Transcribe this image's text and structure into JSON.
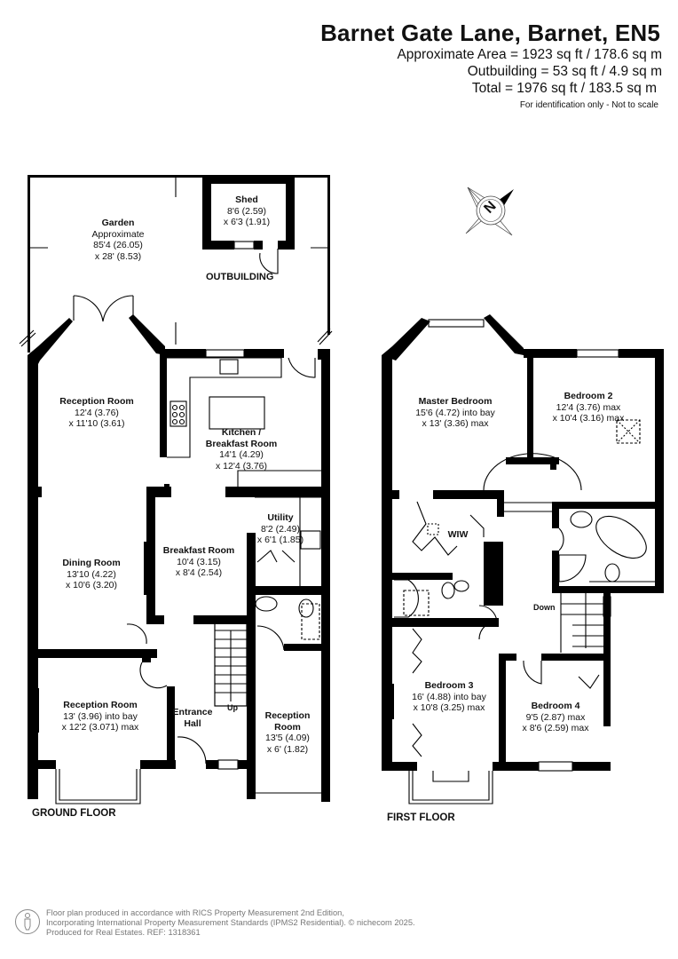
{
  "header": {
    "title": "Barnet Gate Lane, Barnet, EN5",
    "approx_area": "Approximate Area = 1923 sq ft / 178.6 sq m",
    "outbuilding": "Outbuilding = 53 sq ft / 4.9 sq m",
    "total": "Total = 1976 sq ft / 183.5 sq m",
    "disclaimer": "For identification only - Not to scale"
  },
  "compass": {
    "icon": "north-compass-icon",
    "letter": "N"
  },
  "ground_floor": {
    "label": "GROUND FLOOR",
    "outbuilding_label": "OUTBUILDING",
    "rooms": [
      {
        "name": "Garden",
        "dims": [
          "Approximate",
          "85'4 (26.05)",
          "x 28' (8.53)"
        ]
      },
      {
        "name": "Shed",
        "dims": [
          "8'6 (2.59)",
          "x 6'3 (1.91)"
        ]
      },
      {
        "name": "Reception Room",
        "dims": [
          "12'4 (3.76)",
          "x 11'10 (3.61)"
        ]
      },
      {
        "name": "Kitchen /",
        "name2": "Breakfast Room",
        "dims": [
          "14'1 (4.29)",
          "x 12'4 (3.76)"
        ]
      },
      {
        "name": "Utility",
        "dims": [
          "8'2 (2.49)",
          "x 6'1 (1.85)"
        ]
      },
      {
        "name": "Dining Room",
        "dims": [
          "13'10 (4.22)",
          "x 10'6 (3.20)"
        ]
      },
      {
        "name": "Breakfast Room",
        "dims": [
          "10'4 (3.15)",
          "x 8'4 (2.54)"
        ]
      },
      {
        "name": "Reception Room",
        "dims": [
          "13' (3.96) into bay",
          "x 12'2 (3.071) max"
        ]
      },
      {
        "name": "Entrance",
        "name2": "Hall",
        "dims": []
      },
      {
        "name": "Reception",
        "name2": "Room",
        "dims": [
          "13'5 (4.09)",
          "x 6' (1.82)"
        ]
      }
    ],
    "stairs_label": "Up"
  },
  "first_floor": {
    "label": "FIRST FLOOR",
    "rooms": [
      {
        "name": "Master Bedroom",
        "dims": [
          "15'6 (4.72) into bay",
          "x 13' (3.36) max"
        ]
      },
      {
        "name": "Bedroom 2",
        "dims": [
          "12'4 (3.76) max",
          "x 10'4 (3.16) max"
        ]
      },
      {
        "name": "WIW",
        "dims": []
      },
      {
        "name": "Bedroom 3",
        "dims": [
          "16' (4.88) into bay",
          "x 10'8 (3.25) max"
        ]
      },
      {
        "name": "Bedroom 4",
        "dims": [
          "9'5 (2.87) max",
          "x 8'6 (2.59) max"
        ]
      }
    ],
    "stairs_label": "Down"
  },
  "footer": {
    "line1": "Floor plan produced in accordance with RICS Property Measurement 2nd Edition,",
    "line2": "Incorporating International Property Measurement Standards (IPMS2 Residential).   © nichecom 2025.",
    "line3": "Produced for Real Estates.   REF: 1318361"
  },
  "colors": {
    "wall": "#000000",
    "background": "#ffffff",
    "footer_text": "#777777"
  }
}
